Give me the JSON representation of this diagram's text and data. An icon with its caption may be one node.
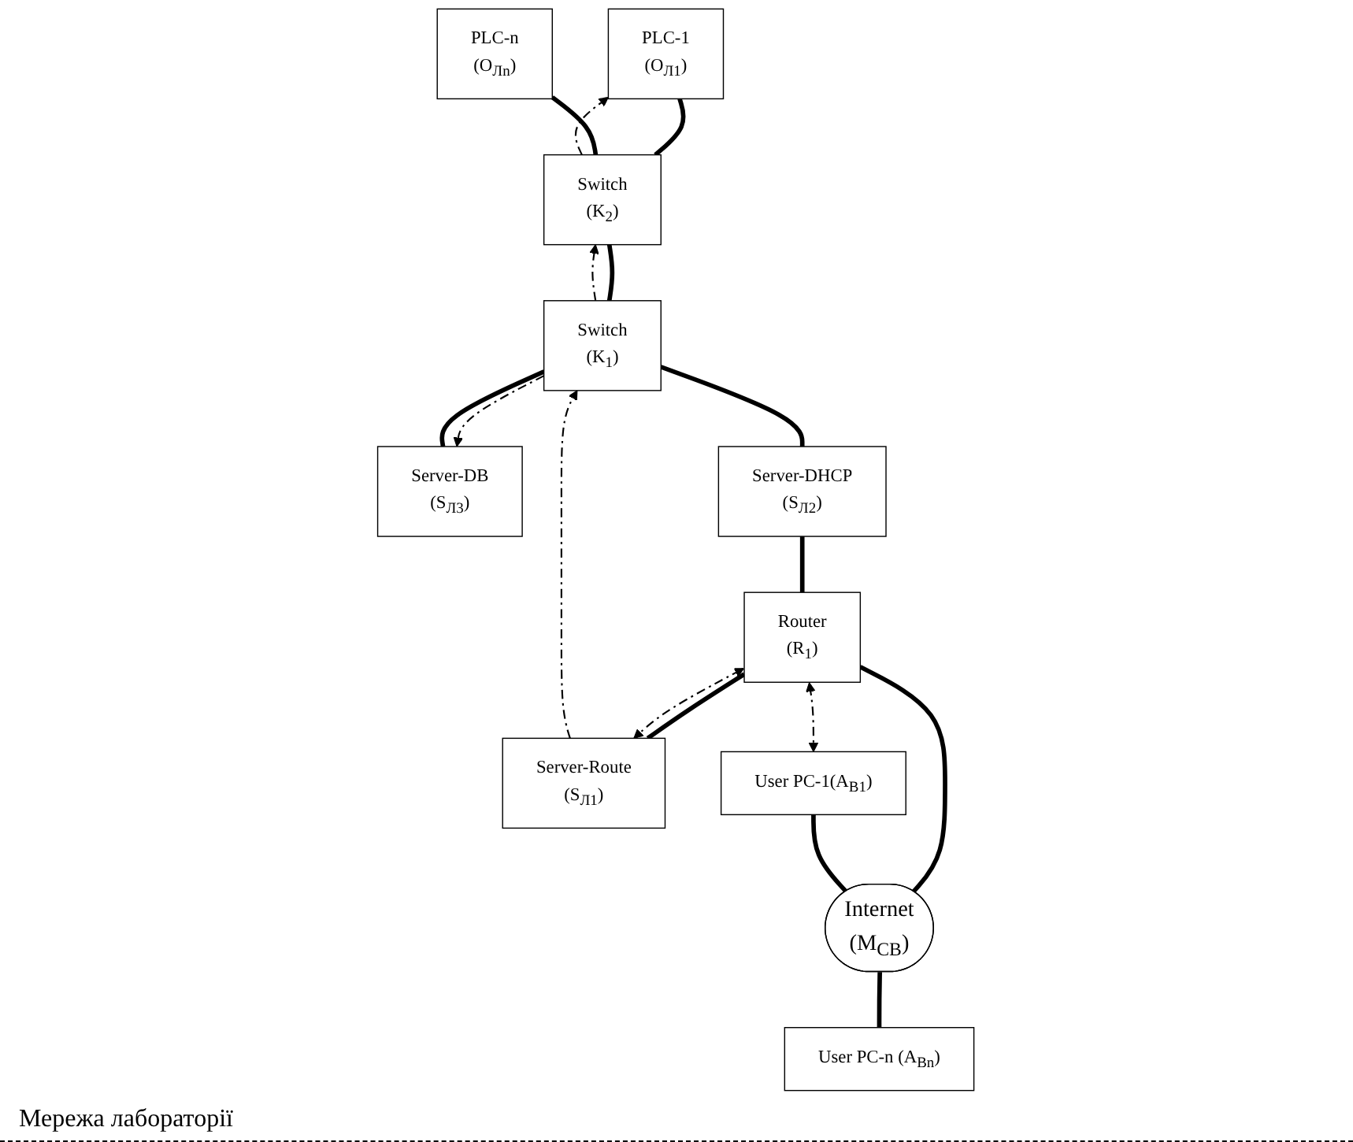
{
  "diagram": {
    "nodes": [
      {
        "text": [
          "PLC-1",
          "(O$_{Л1}$)"
        ]
      },
      {
        "text": [
          "PLC-n",
          "(O$_{Лn}$)"
        ]
      },
      {
        "text": [
          "Switch",
          "(K$_{2}$)"
        ]
      },
      {
        "text": [
          "Server-DB",
          "(S$_{Л3}$)"
        ]
      },
      {
        "text": [
          "Switch",
          "(K$_{1}$)"
        ]
      },
      {
        "text": [
          "Server-DHCP",
          "(S$_{Л2}$)"
        ]
      },
      {
        "text": [
          "Router",
          "(R$_{1}$)"
        ]
      },
      {
        "text": [
          "Server-Route",
          "(S$_{Л1}$)"
        ]
      },
      {
        "text": [
          "User PC-1(A$_{В1}$)"
        ]
      },
      {
        "text": [
          "Internet",
          "(M$_{СВ}$)"
        ]
      },
      {
        "text": [
          "User PC-n (A$_{Вn}$)"
        ]
      }
    ],
    "edges": [
      {
        "from": 0,
        "to": 2,
        "arrow": "none"
      },
      {
        "from": 1,
        "to": 2,
        "arrow": "none"
      },
      {
        "from": 2,
        "to": 4,
        "arrow": "none"
      },
      {
        "from": 3,
        "to": 4,
        "arrow": "none"
      },
      {
        "from": 4,
        "to": 5,
        "arrow": "none"
      },
      {
        "from": 5,
        "to": 6,
        "arrow": "none"
      },
      {
        "from": 6,
        "to": 7,
        "arrow": "none"
      },
      {
        "from": 6,
        "to": 9,
        "arrow": "none"
      },
      {
        "from": 8,
        "to": 9,
        "arrow": "none"
      },
      {
        "from": 9,
        "to": 10,
        "arrow": "none"
      },
      {
        "from": 2,
        "to": 0,
        "arrow": "to",
        "style": "dashed"
      },
      {
        "from": 4,
        "to": 2,
        "arrow": "to",
        "style": "dashed"
      },
      {
        "from": 4,
        "to": 3,
        "arrow": "to",
        "style": "dashed"
      },
      {
        "from": 7,
        "to": 4,
        "arrow": "to",
        "style": "dashed"
      },
      {
        "from": 6,
        "to": 7,
        "arrow": "both",
        "style": "dashed"
      },
      {
        "from": 6,
        "to": 8,
        "arrow": "both",
        "style": "dashed"
      }
    ],
    "labels": [
      "Мережа лабораторії"
    ]
  }
}
